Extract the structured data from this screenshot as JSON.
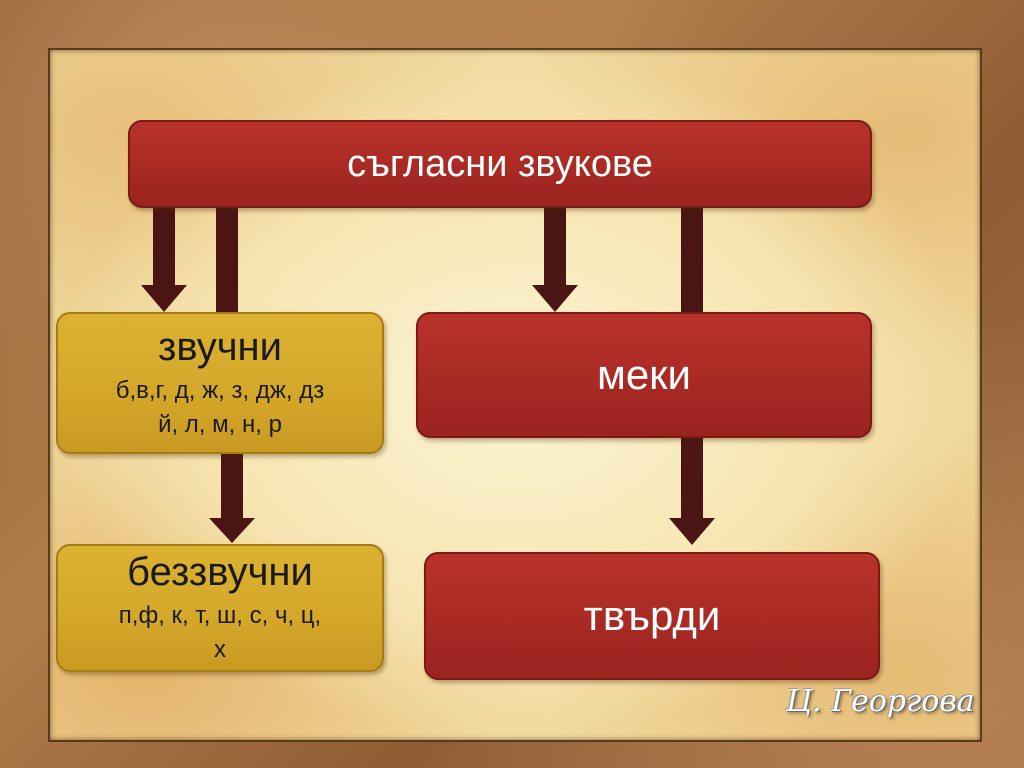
{
  "diagram": {
    "root": {
      "label": "съгласни звукове"
    },
    "voiced": {
      "title": "звучни",
      "line1": "б,в,г, д, ж, з, дж, дз",
      "line2": "й, л, м, н, р"
    },
    "voiceless": {
      "title": "беззвучни",
      "line1": "п,ф, к, т, ш, с, ч, ц,",
      "line2": "х"
    },
    "soft": {
      "label": "меки"
    },
    "hard": {
      "label": "твърди"
    }
  },
  "signature": "Ц. Георгова",
  "colors": {
    "red_box": "#a92a24",
    "gold_box": "#d4a72a",
    "arrow": "#4a1512",
    "frame": "#9a6a3c",
    "paper": "#f7e6b3"
  }
}
